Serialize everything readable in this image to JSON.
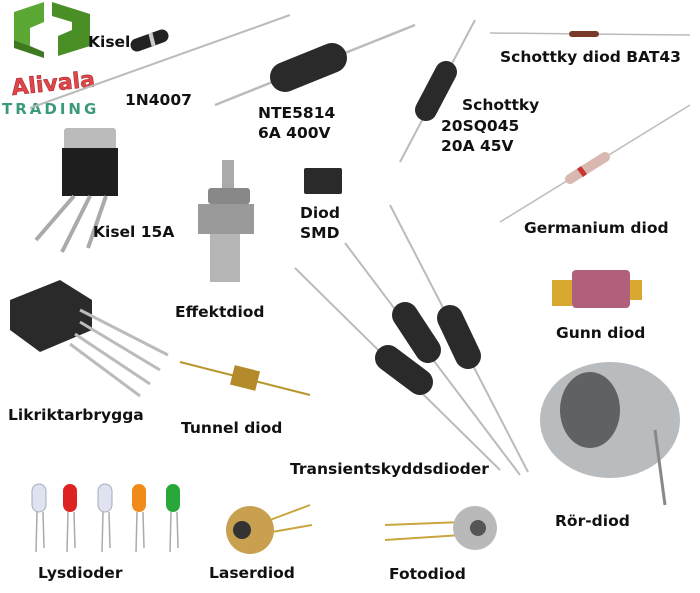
{
  "logo": {
    "brand": "Alivala",
    "subtitle": "TRADING"
  },
  "labels": {
    "kisel": "Kisel",
    "n4007": "1N4007",
    "nte_1": "NTE5814",
    "nte_2": "6A 400V",
    "bat43": "Schottky diod BAT43",
    "schottky_1": "Schottky",
    "schottky_2": "20SQ045",
    "schottky_3": "20A 45V",
    "kisel15a": "Kisel 15A",
    "smd_1": "Diod",
    "smd_2": "SMD",
    "germanium": "Germanium diod",
    "effekt": "Effektdiod",
    "gunn": "Gunn diod",
    "bridge": "Likriktarbrygga",
    "tunnel": "Tunnel diod",
    "tvs": "Transientskyddsdioder",
    "tube": "Rör-diod",
    "led": "Lysdioder",
    "laser": "Laserdiod",
    "photo": "Fotodiod"
  },
  "colors": {
    "logo_green": "#4f9a2c",
    "logo_red": "#e0454a",
    "logo_teal": "#3a9a7a"
  }
}
